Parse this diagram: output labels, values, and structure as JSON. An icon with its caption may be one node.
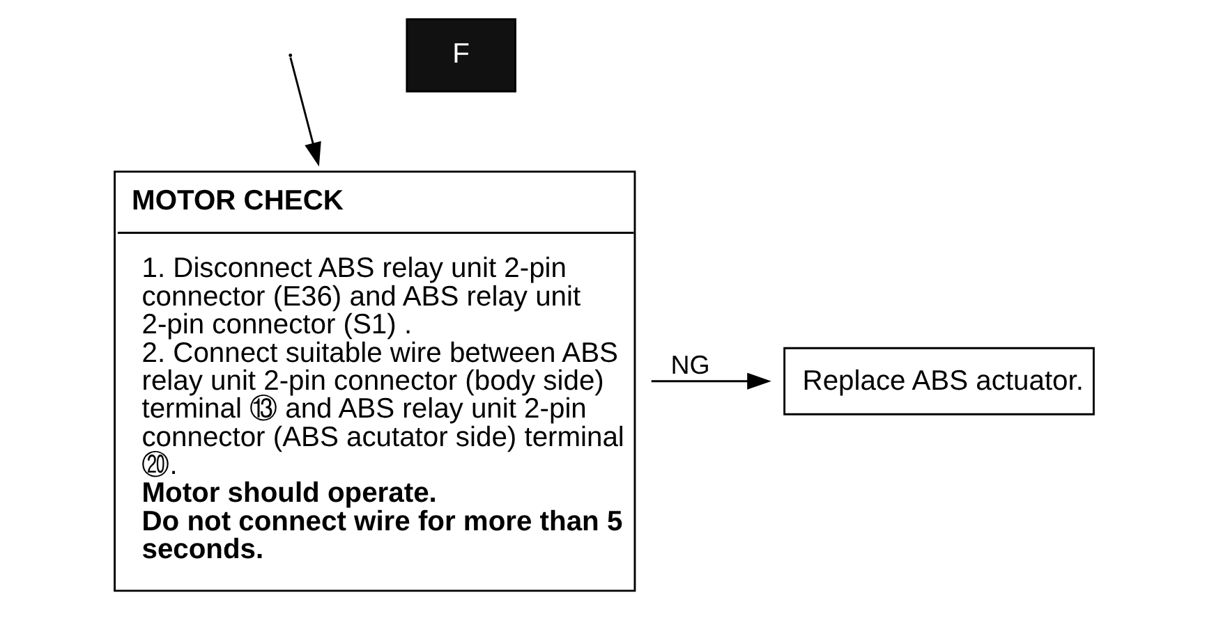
{
  "diagram": {
    "nodes": [
      {
        "text": [
          "MOTOR CHECK",
          "1. Disconnect ABS relay unit 2-pin connector (E36) and ABS relay unit 2-pin connector (S1) .",
          "2. Connect suitable wire between ABS relay unit 2-pin connector (body side) terminal ⑬ and ABS relay unit 2-pin connector (ABS acutator side) terminal ⑳.",
          "Motor should operate.",
          "Do not connect wire for more than 5 seconds."
        ]
      },
      {
        "text": [
          "Replace ABS actuator."
        ]
      }
    ],
    "edges": [
      {
        "from": null,
        "to": 0,
        "arrow": "to"
      },
      {
        "from": 0,
        "to": 1,
        "arrow": "to",
        "label": "NG"
      }
    ],
    "labels": [
      "F"
    ]
  }
}
